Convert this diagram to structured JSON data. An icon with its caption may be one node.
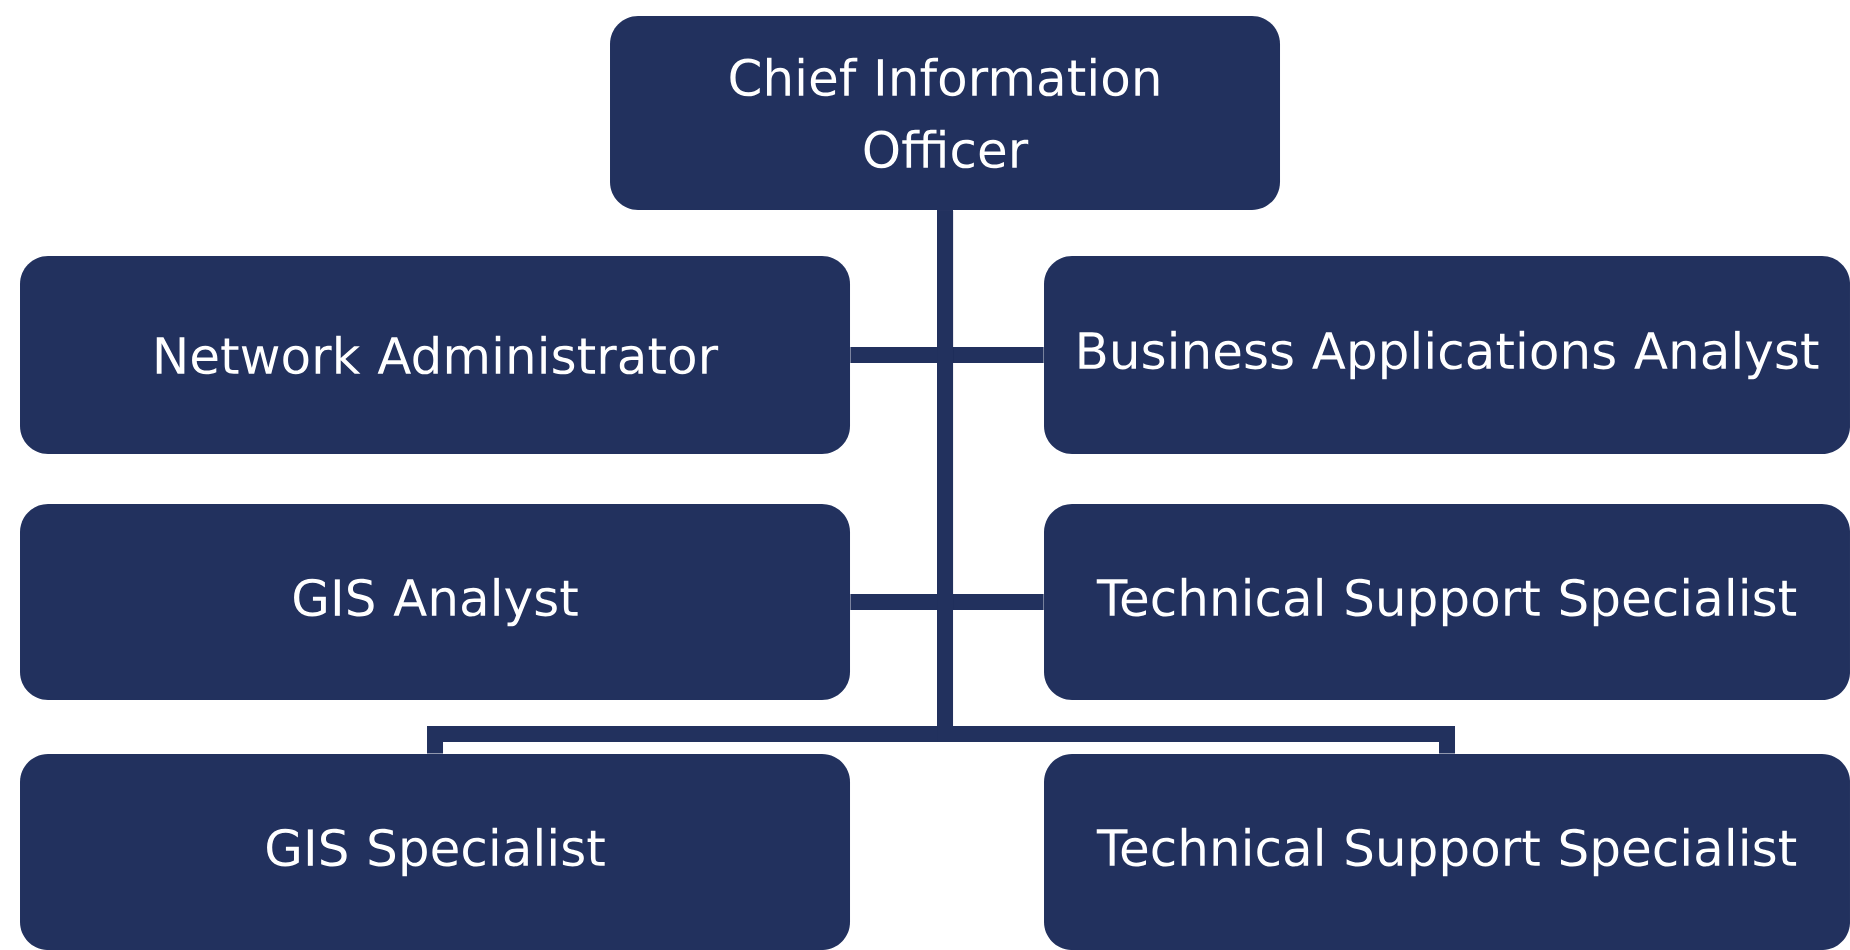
{
  "diagram": {
    "nodes": [
      {
        "text": [
          "Chief Information Officer"
        ]
      },
      {
        "text": [
          "Network Administrator"
        ]
      },
      {
        "text": [
          "Business Applications Analyst"
        ]
      },
      {
        "text": [
          "GIS Analyst"
        ]
      },
      {
        "text": [
          "Technical Support Specialist"
        ]
      },
      {
        "text": [
          "GIS Specialist"
        ]
      },
      {
        "text": [
          "Technical Support Specialist"
        ]
      }
    ],
    "edges": [
      {
        "from": 0,
        "to": 1,
        "arrow": "none"
      },
      {
        "from": 0,
        "to": 2,
        "arrow": "none"
      },
      {
        "from": 0,
        "to": 3,
        "arrow": "none"
      },
      {
        "from": 0,
        "to": 4,
        "arrow": "none"
      },
      {
        "from": 0,
        "to": 5,
        "arrow": "none"
      },
      {
        "from": 0,
        "to": 6,
        "arrow": "none"
      }
    ]
  }
}
